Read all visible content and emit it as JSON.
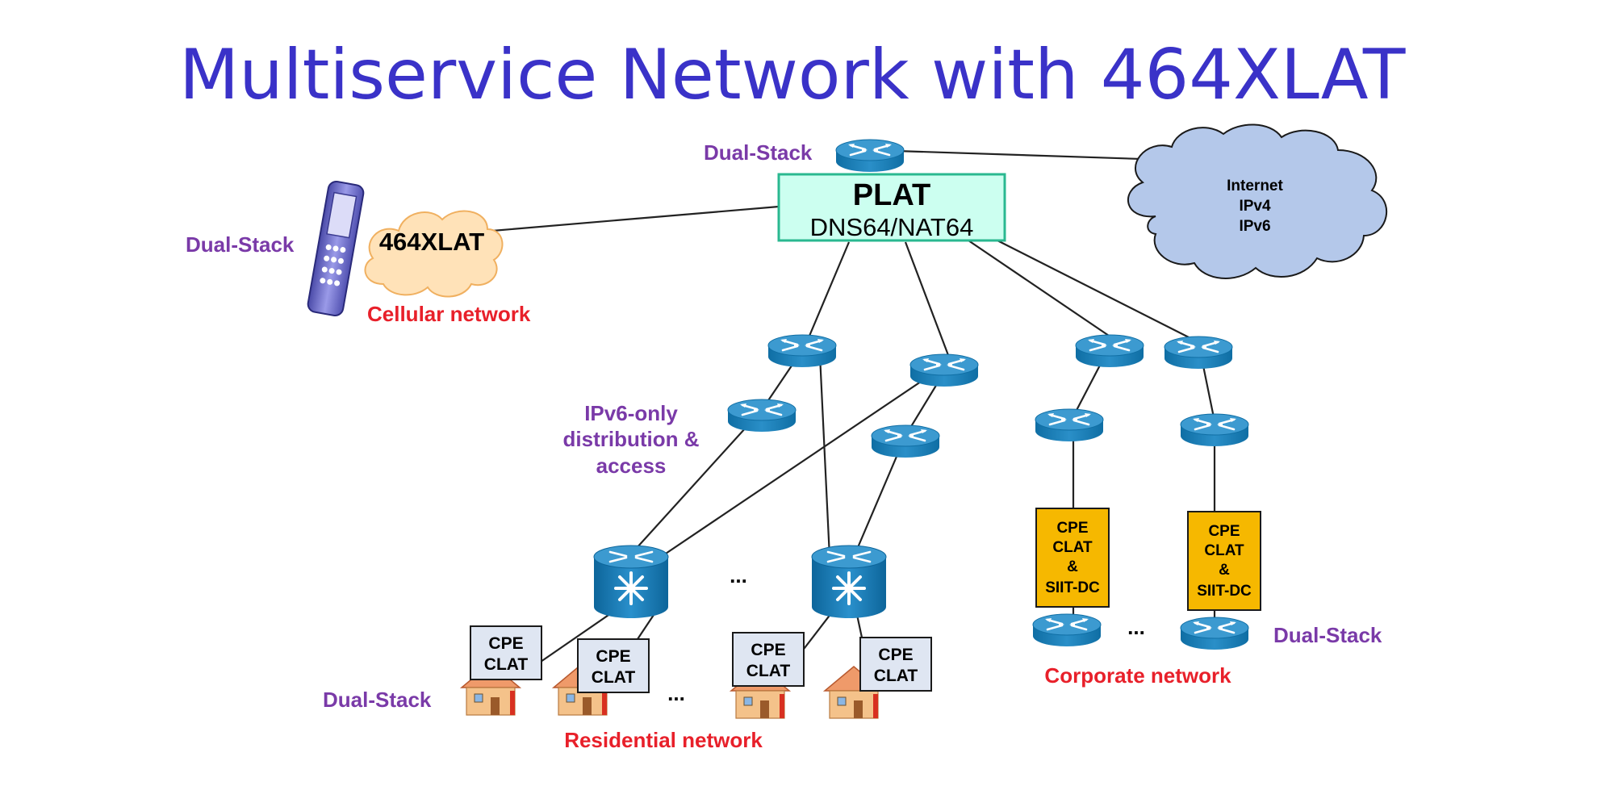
{
  "title": "Multiservice Network with 464XLAT",
  "plat": {
    "title": "PLAT",
    "subtitle": "DNS64/NAT64"
  },
  "cloud": {
    "lines": [
      "Internet",
      "IPv4",
      "IPv6"
    ]
  },
  "cellular": {
    "bubble": "464XLAT",
    "label": "Cellular network",
    "stack": "Dual-Stack"
  },
  "top_router_label": "Dual-Stack",
  "ipv6_label": [
    "IPv6-only",
    "distribution &",
    "access"
  ],
  "residential": {
    "cpe": [
      "CPE",
      "CLAT"
    ],
    "label": "Residential network",
    "stack": "Dual-Stack",
    "ellipsis_switch": "...",
    "ellipsis_homes": "..."
  },
  "corporate": {
    "cpe": [
      "CPE",
      "CLAT",
      "&",
      "SIIT-DC"
    ],
    "label": "Corporate network",
    "stack": "Dual-Stack",
    "ellipsis": "..."
  },
  "colors": {
    "title": "#3a32c8",
    "label_purple": "#7a3aa8",
    "label_red": "#e8202a",
    "router_blue": "#1f80b8",
    "plat_fill": "#ccfff0",
    "plat_border": "#2ab890",
    "cloud_fill": "#b4c8ea",
    "bubble_fill": "#ffe2b8",
    "cpe_fill": "#dfe6f2",
    "corp_fill": "#f6b800"
  }
}
